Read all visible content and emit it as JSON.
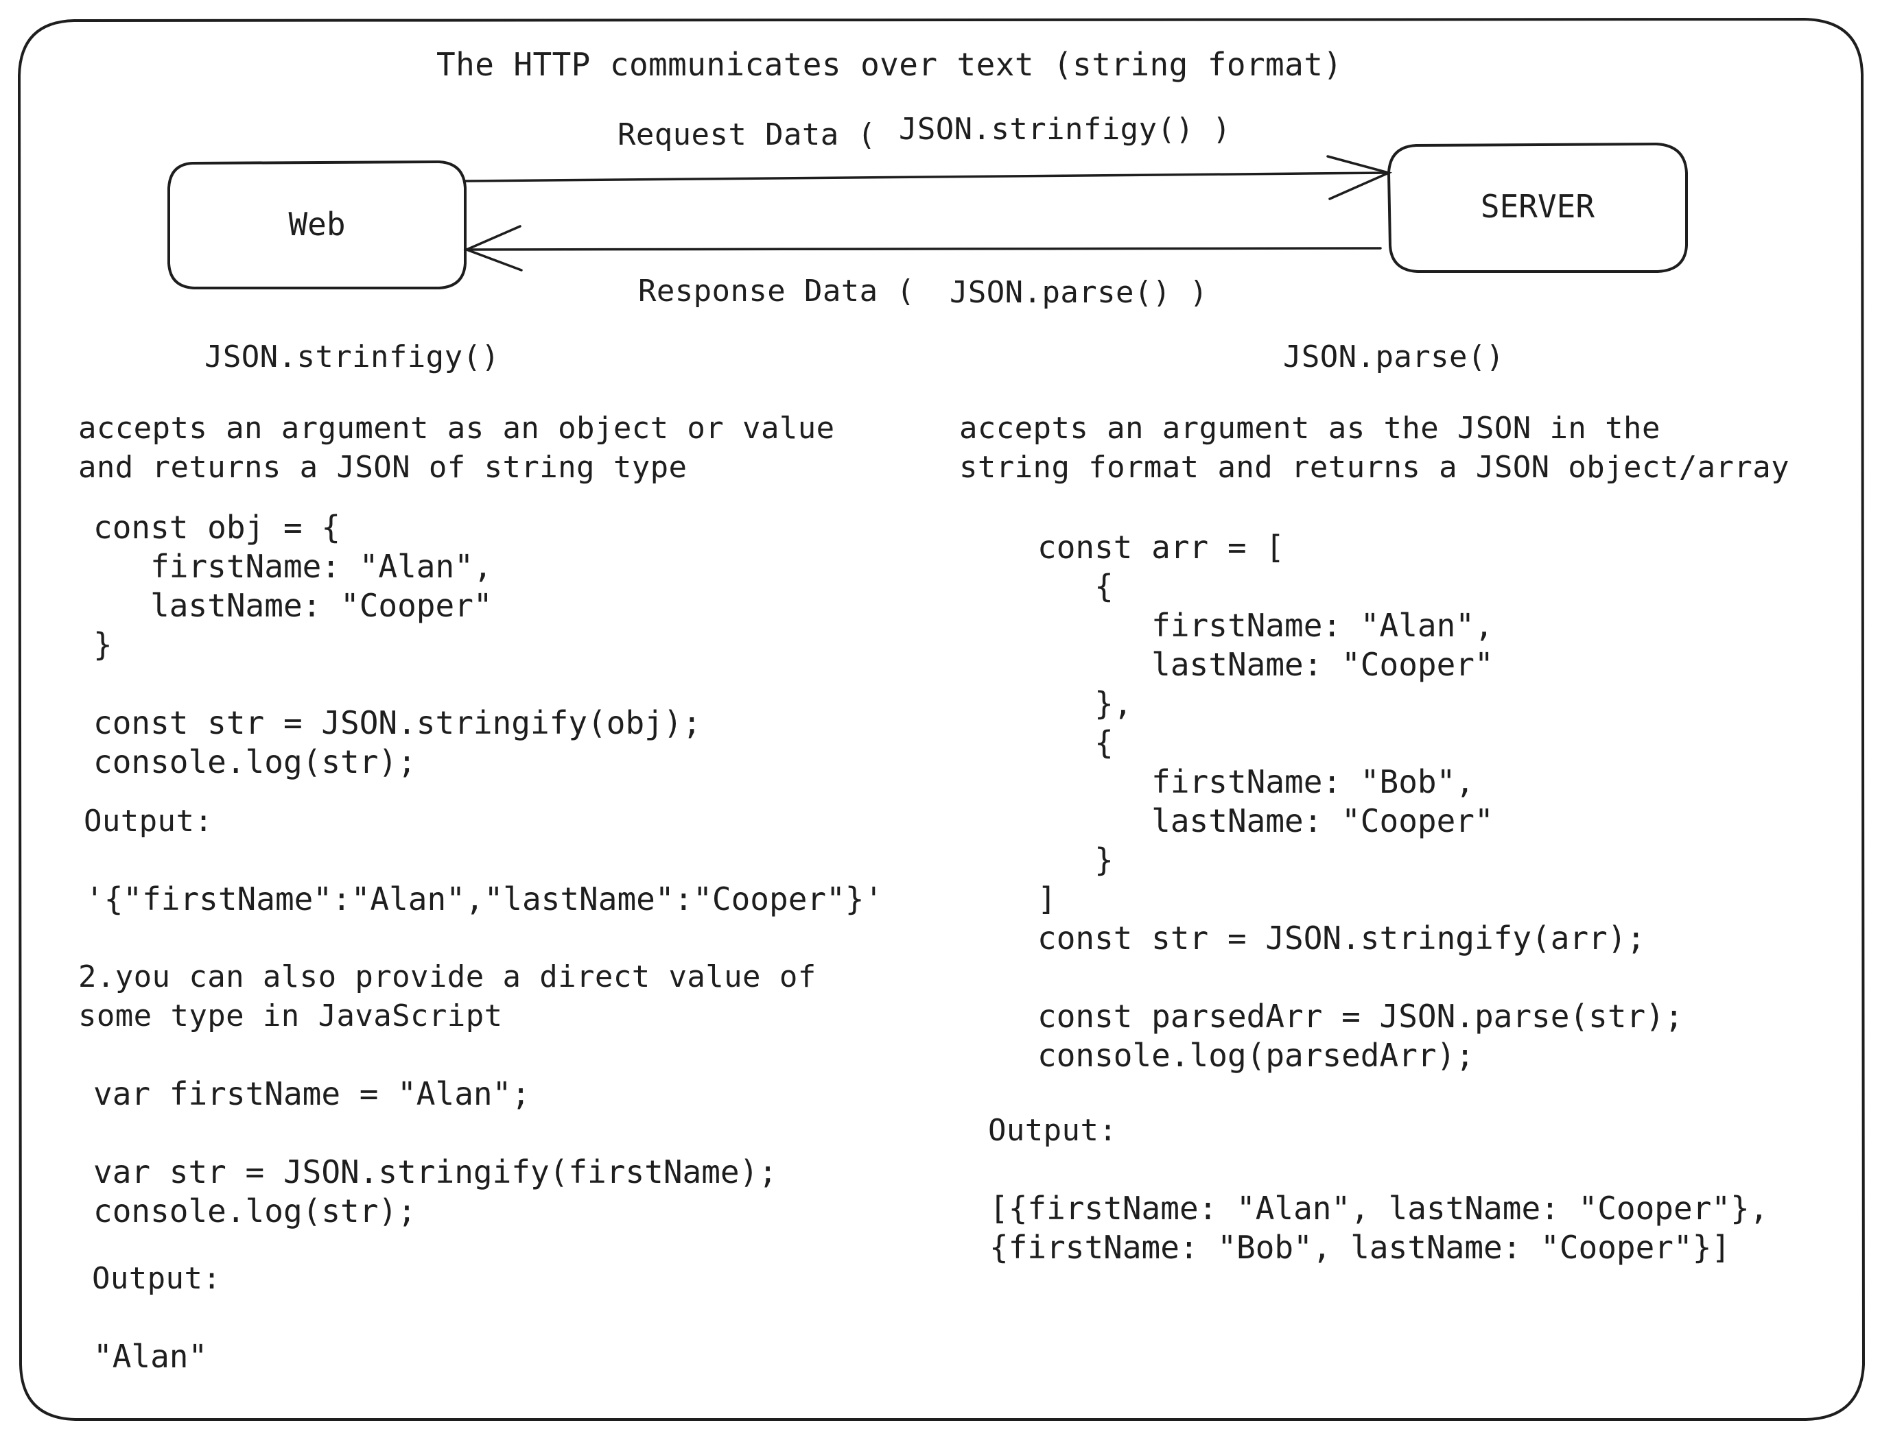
{
  "header": {
    "title": "The HTTP communicates over text (string format)"
  },
  "flow": {
    "web_label": "Web",
    "server_label": "SERVER",
    "request_label": "Request Data (",
    "request_fn": "JSON.strinfigy() )",
    "response_label": "Response Data (",
    "response_fn": "JSON.parse() )"
  },
  "left": {
    "heading": "JSON.strinfigy()",
    "description": "accepts an argument as an object or value\nand returns a JSON of string type",
    "code1": "const obj = {\n   firstName: \"Alan\",\n   lastName: \"Cooper\"\n}\n\nconst str = JSON.stringify(obj);\nconsole.log(str);",
    "output1_label": "Output:",
    "output1_value": "'{\"firstName\":\"Alan\",\"lastName\":\"Cooper\"}'",
    "note": "2.you can also provide a direct value of\nsome type in JavaScript",
    "code2": "var firstName = \"Alan\";\n\nvar str = JSON.stringify(firstName);\nconsole.log(str);",
    "output2_label": "Output:",
    "output2_value": "\"Alan\""
  },
  "right": {
    "heading": "JSON.parse()",
    "description": "accepts an argument as the JSON in the\nstring format and returns a JSON object/array",
    "code": "const arr = [\n   {\n      firstName: \"Alan\",\n      lastName: \"Cooper\"\n   },\n   {\n      firstName: \"Bob\",\n      lastName: \"Cooper\"\n   }\n]\nconst str = JSON.stringify(arr);\n\nconst parsedArr = JSON.parse(str);\nconsole.log(parsedArr);",
    "output_label": "Output:",
    "output_value": "[{firstName: \"Alan\", lastName: \"Cooper\"},\n{firstName: \"Bob\", lastName: \"Cooper\"}]"
  }
}
